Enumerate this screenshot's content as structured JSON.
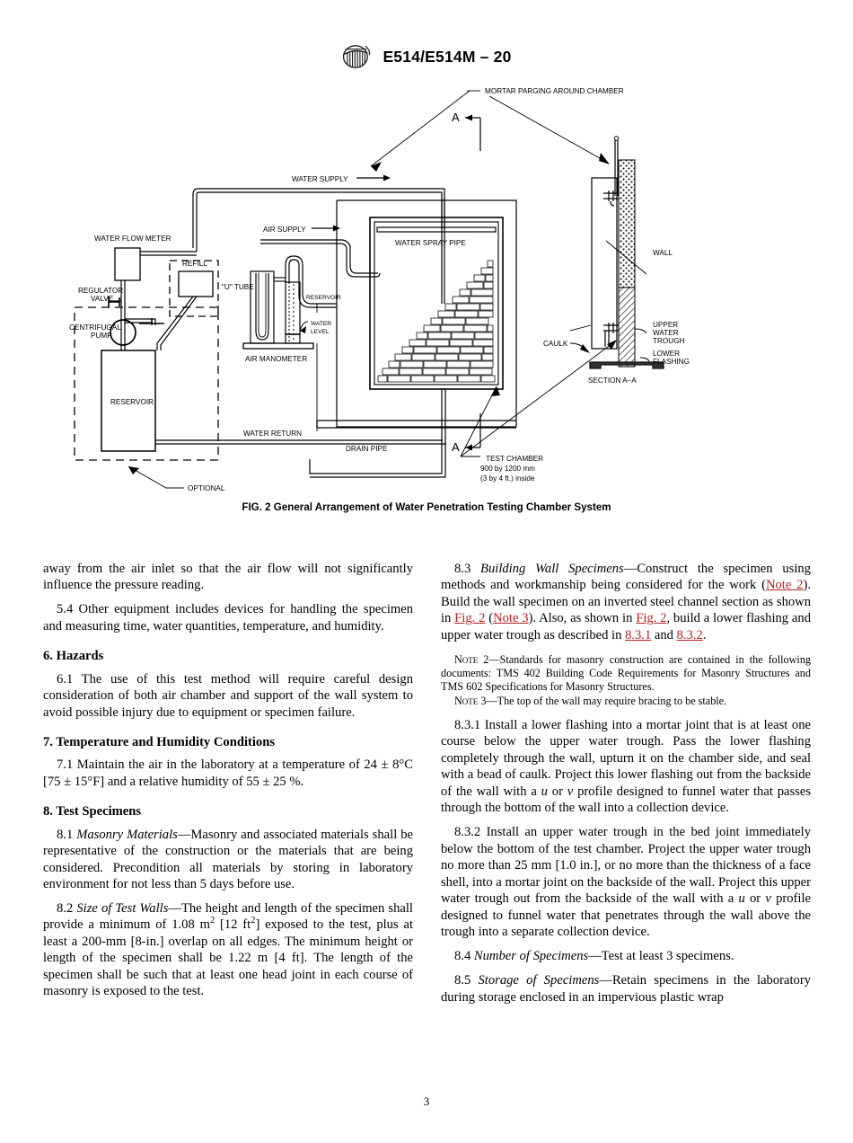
{
  "header": {
    "logo_alt": "astm-logo",
    "title": "E514/E514M – 20"
  },
  "figure": {
    "caption": "FIG. 2  General Arrangement of Water Penetration Testing Chamber System",
    "labels": {
      "water_supply": "WATER SUPPLY",
      "air_supply": "AIR SUPPLY",
      "mortar_parging": "MORTAR PARGING AROUND CHAMBER",
      "water_flow_meter": "WATER FLOW METER",
      "regulator_valve_line1": "REGULATOR",
      "regulator_valve_line2": "VALVE",
      "refill": "REFILL",
      "u_tube": "\"U\" TUBE",
      "centrifugal_pump_line1": "CENTRIFUGAL",
      "centrifugal_pump_line2": "PUMP",
      "reservoir_tank": "RESERVOIR",
      "air_manometer": "AIR MANOMETER",
      "manometer_reservoir": "RESERVOIR",
      "water_level_line1": "WATER",
      "water_level_line2": "LEVEL",
      "water_spray_pipe": "WATER SPRAY PIPE",
      "drain_pipe": "DRAIN PIPE",
      "water_return": "WATER RETURN",
      "optional": "OPTIONAL",
      "section_mark_top": "A",
      "section_mark_bottom": "A",
      "test_chamber_line1": "TEST CHAMBER",
      "test_chamber_line2": "900 by 1200 mm",
      "test_chamber_line3": "(3 by 4 ft.) inside",
      "wall": "WALL",
      "caulk": "CAULK",
      "upper_water_trough_line1": "UPPER",
      "upper_water_trough_line2": "WATER",
      "upper_water_trough_line3": "TROUGH",
      "lower_flashing_line1": "LOWER",
      "lower_flashing_line2": "FLASHING",
      "section_aa": "SECTION A–A"
    }
  },
  "left_column": {
    "p_continued": "away from the air inlet so that the air flow will not significantly influence the pressure reading.",
    "p_5_4": "5.4 Other equipment includes devices for handling the specimen and measuring time, water quantities, temperature, and humidity.",
    "h_6": "6. Hazards",
    "p_6_1": "6.1 The use of this test method will require careful design consideration of both air chamber and support of the wall system to avoid possible injury due to equipment or specimen failure.",
    "h_7": "7. Temperature and Humidity Conditions",
    "p_7_1": "7.1  Maintain the air in the laboratory at a temperature of 24 ± 8°C [75 ± 15°F] and a relative humidity of 55  ± 25 %.",
    "h_8": "8. Test Specimens",
    "p_8_1_num": "8.1",
    "p_8_1_title": "Masonry Materials",
    "p_8_1_body": "—Masonry and associated materials shall be representative of the construction or the materials that are being considered. Precondition all materials by storing in laboratory environment for not less than 5 days before use.",
    "p_8_2_num": "8.2",
    "p_8_2_title": "Size of Test Walls",
    "p_8_2_body_a": "—The height and length of the specimen shall provide a minimum of 1.08 m",
    "p_8_2_sup1": "2",
    "p_8_2_body_b": " [12 ft",
    "p_8_2_sup2": "2",
    "p_8_2_body_c": "] exposed to the test, plus at least a 200-mm [8-in.] overlap on all edges. The minimum height or length of the specimen shall be 1.22 m [4 ft]. The length of the specimen shall be such that at least one head joint in each course of masonry is exposed to the test."
  },
  "right_column": {
    "p_8_3_num": "8.3",
    "p_8_3_title": "Building Wall Specimens",
    "p_8_3_a": "—Construct the specimen using methods and workmanship being considered for the work (",
    "p_8_3_ref1": "Note 2",
    "p_8_3_b": "). Build the wall specimen on an inverted steel channel section as shown in ",
    "p_8_3_ref2": "Fig. 2",
    "p_8_3_c": " (",
    "p_8_3_ref3": "Note 3",
    "p_8_3_d": "). Also, as shown in ",
    "p_8_3_ref4": "Fig. 2",
    "p_8_3_e": ", build a lower flashing and upper water trough as described in ",
    "p_8_3_ref5": "8.3.1",
    "p_8_3_f": " and ",
    "p_8_3_ref6": "8.3.2",
    "p_8_3_g": ".",
    "note2_label": "Note",
    "note2_num": " 2",
    "note2_body": "—Standards for masonry construction are contained in the following documents: TMS 402 Building Code Requirements for Masonry Structures and TMS 602 Specifications for Masonry Structures.",
    "note3_label": "Note",
    "note3_num": " 3",
    "note3_body": "—The top of the wall may require bracing to be stable.",
    "p_8_3_1": "8.3.1 Install a lower flashing into a mortar joint that is at least one course below the upper water trough. Pass the lower flashing completely through the wall, upturn it on the chamber side, and seal with a bead of caulk. Project this lower flashing out from the backside of the wall with a ",
    "p_8_3_1_u": "u",
    "p_8_3_1_or": " or ",
    "p_8_3_1_v": "v",
    "p_8_3_1_end": " profile designed to funnel water that passes through the bottom of the wall into a collection device.",
    "p_8_3_2": "8.3.2 Install an upper water trough in the bed joint immediately below the bottom of the test chamber. Project the upper water trough no more than 25 mm [1.0 in.], or no more than the thickness of a face shell, into a mortar joint on the backside of the wall. Project this upper water trough out from the backside of the wall with a ",
    "p_8_3_2_u": "u",
    "p_8_3_2_or": " or ",
    "p_8_3_2_v": "v",
    "p_8_3_2_end": " profile designed to funnel water that penetrates through the wall above the trough into a separate collection device.",
    "p_8_4_num": "8.4",
    "p_8_4_title": "Number of Specimens",
    "p_8_4_body": "—Test at least 3 specimens.",
    "p_8_5_num": "8.5",
    "p_8_5_title": "Storage of Specimens",
    "p_8_5_body": "—Retain specimens in the laboratory during storage enclosed in an impervious plastic wrap"
  },
  "footer": {
    "page_number": "3"
  },
  "colors": {
    "xref": "#b22222",
    "ink": "#000000",
    "paper": "#ffffff"
  }
}
